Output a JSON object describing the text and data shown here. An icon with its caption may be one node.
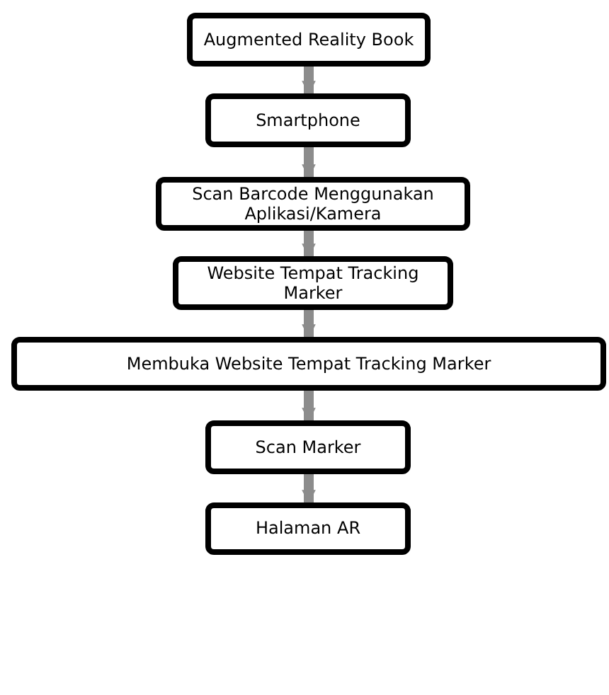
{
  "diagram": {
    "nodes": [
      {
        "text": [
          "Augmented Reality Book"
        ]
      },
      {
        "text": [
          "Smartphone"
        ]
      },
      {
        "text": [
          "Scan Barcode Menggunakan Aplikasi/Kamera"
        ]
      },
      {
        "text": [
          "Website Tempat Tracking Marker"
        ]
      },
      {
        "text": [
          "Membuka Website Tempat Tracking Marker"
        ]
      },
      {
        "text": [
          "Scan Marker"
        ]
      },
      {
        "text": [
          "Halaman AR"
        ]
      }
    ],
    "edges": [
      {
        "from": 0,
        "to": 1,
        "arrow": "to"
      },
      {
        "from": 1,
        "to": 2,
        "arrow": "to"
      },
      {
        "from": 2,
        "to": 3,
        "arrow": "to"
      },
      {
        "from": 3,
        "to": 4,
        "arrow": "to"
      },
      {
        "from": 4,
        "to": 5,
        "arrow": "to"
      },
      {
        "from": 5,
        "to": 6,
        "arrow": "to"
      }
    ]
  }
}
